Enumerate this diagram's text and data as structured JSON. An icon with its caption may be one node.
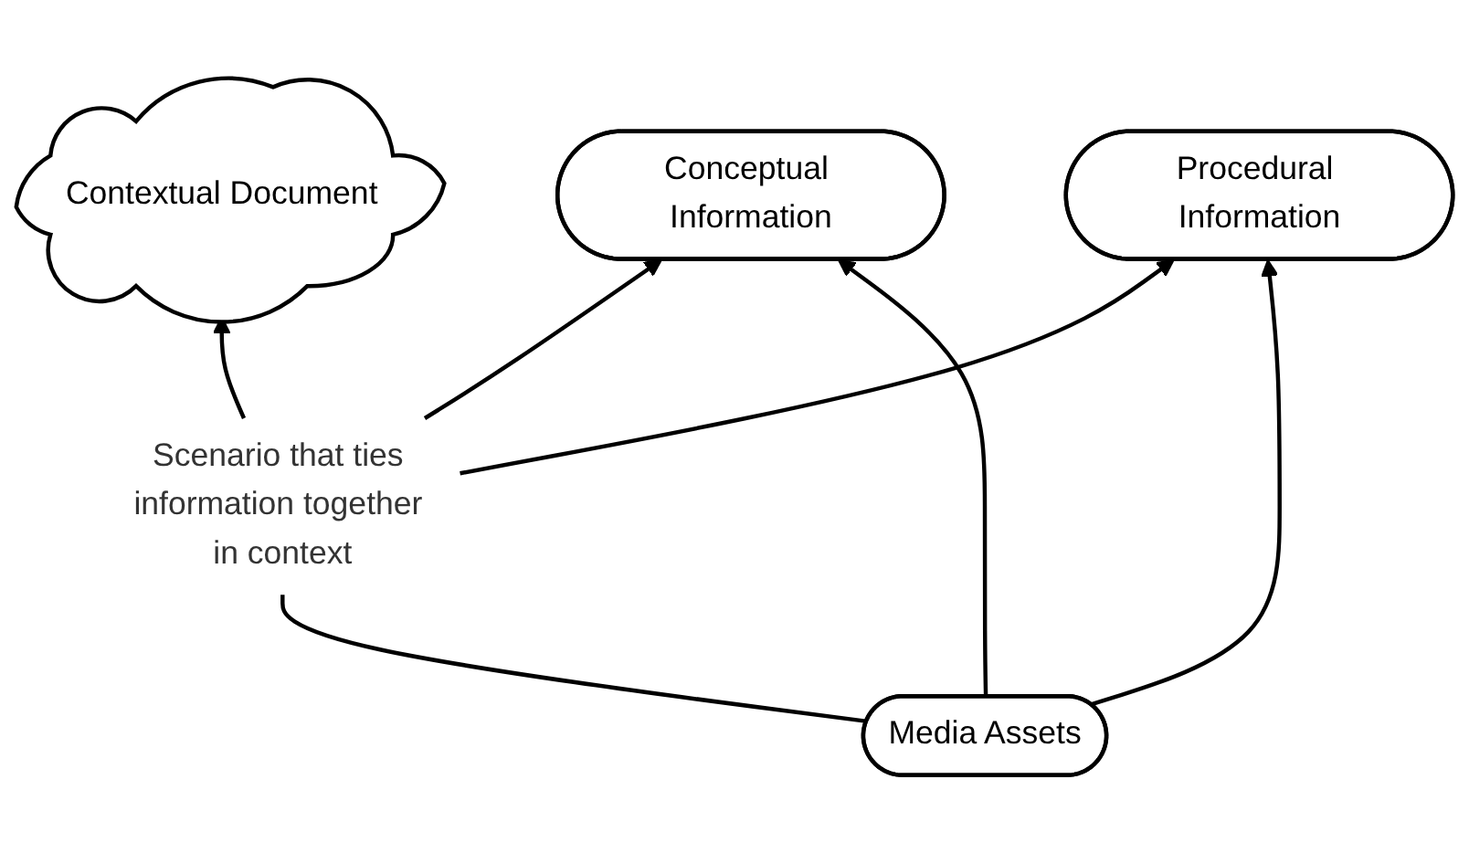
{
  "diagram": {
    "nodes": [
      {
        "text": [
          "Contextual Document"
        ]
      },
      {
        "text": [
          "Conceptual Information"
        ]
      },
      {
        "text": [
          "Scenario that ties information together in context"
        ]
      },
      {
        "text": [
          "Procedural Information"
        ]
      },
      {
        "text": [
          "Media Assets"
        ]
      }
    ],
    "edges": [
      {
        "from": 2,
        "to": 0,
        "arrow": "to"
      },
      {
        "from": 2,
        "to": 1,
        "arrow": "to"
      },
      {
        "from": 2,
        "to": 3,
        "arrow": "to"
      },
      {
        "from": 4,
        "to": 2,
        "arrow": "none"
      },
      {
        "from": 4,
        "to": 1,
        "arrow": "to"
      },
      {
        "from": 4,
        "to": 3,
        "arrow": "to"
      }
    ]
  }
}
